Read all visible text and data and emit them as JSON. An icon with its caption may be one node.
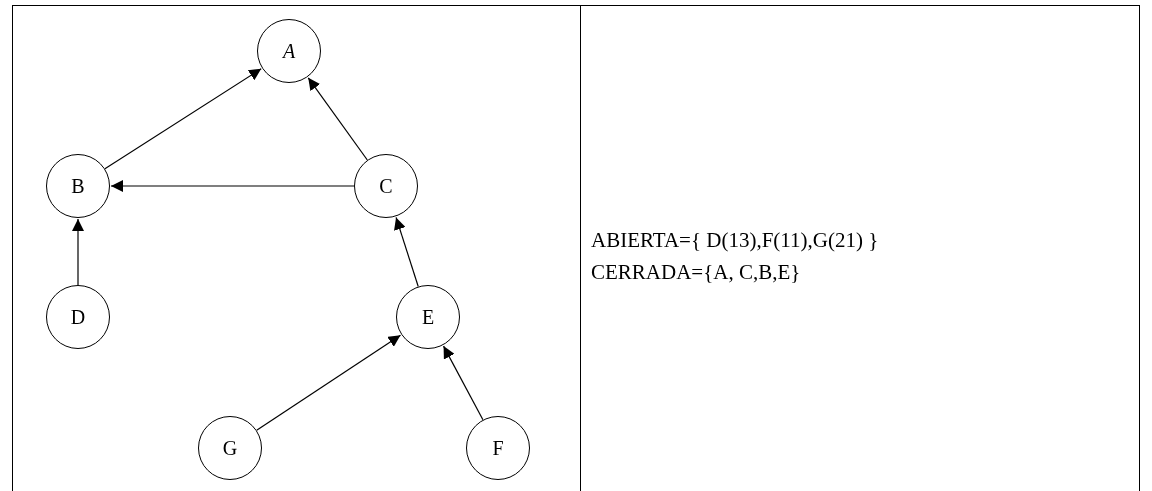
{
  "diagram": {
    "nodes": [
      {
        "text": [
          "A"
        ]
      },
      {
        "text": [
          "B"
        ]
      },
      {
        "text": [
          "C"
        ]
      },
      {
        "text": [
          "D"
        ]
      },
      {
        "text": [
          "E"
        ]
      },
      {
        "text": [
          "G"
        ]
      },
      {
        "text": [
          "F"
        ]
      }
    ],
    "edges": [
      {
        "from": 1,
        "to": 0,
        "arrow": "to"
      },
      {
        "from": 2,
        "to": 0,
        "arrow": "to"
      },
      {
        "from": 2,
        "to": 1,
        "arrow": "to"
      },
      {
        "from": 3,
        "to": 1,
        "arrow": "to"
      },
      {
        "from": 4,
        "to": 2,
        "arrow": "to"
      },
      {
        "from": 5,
        "to": 4,
        "arrow": "to"
      },
      {
        "from": 6,
        "to": 4,
        "arrow": "to"
      }
    ],
    "labels": [
      "ABIERTA={ D(13),F(11),G(21) }",
      "CERRADA={A, C,B,E}"
    ]
  }
}
